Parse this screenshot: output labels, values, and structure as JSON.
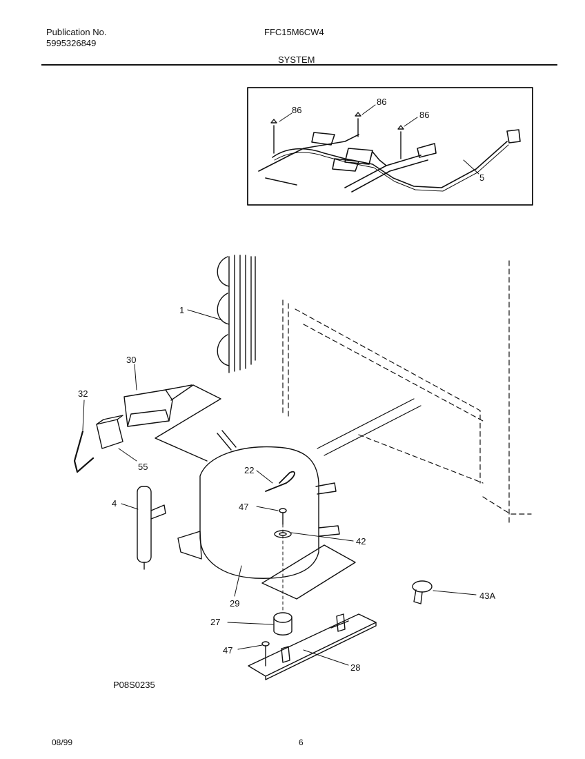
{
  "header": {
    "publication_label": "Publication No.",
    "publication_number": "5995326849",
    "model": "FFC15M6CW4",
    "section": "SYSTEM"
  },
  "labels": {
    "p1": "1",
    "p30": "30",
    "p32": "32",
    "p55": "55",
    "p4": "4",
    "p22": "22",
    "p47a": "47",
    "p42": "42",
    "p29": "29",
    "p43a": "43A",
    "p27": "27",
    "p47b": "47",
    "p28": "28",
    "p86a": "86",
    "p86b": "86",
    "p86c": "86",
    "p5": "5"
  },
  "diagram_code": "P08S0235",
  "footer": {
    "date": "08/99",
    "page": "6"
  }
}
